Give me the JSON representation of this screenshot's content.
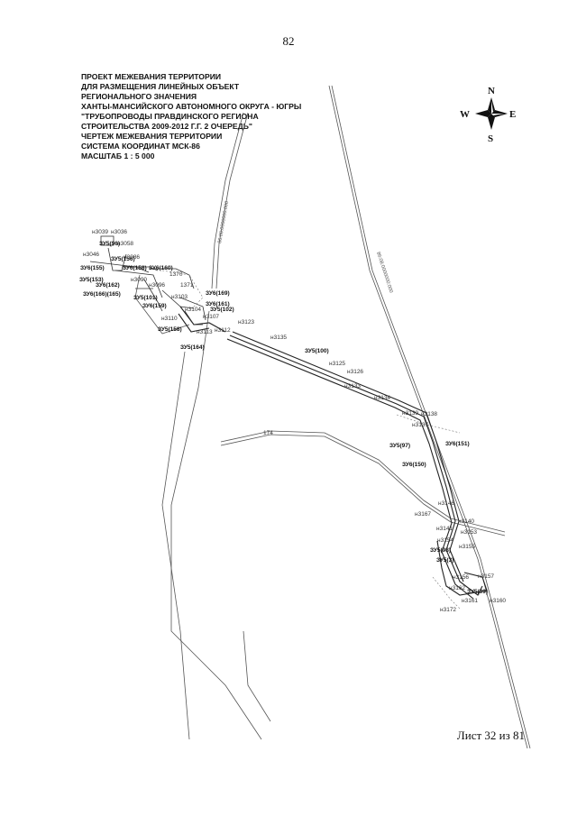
{
  "page_number": "82",
  "title_lines": [
    "ПРОЕКТ МЕЖЕВАНИЯ ТЕРРИТОРИИ",
    "ДЛЯ РАЗМЕЩЕНИЯ ЛИНЕЙНЫХ ОБЪЕКТ",
    "РЕГИОНАЛЬНОГО ЗНАЧЕНИЯ",
    "ХАНТЫ-МАНСИЙСКОГО АВТОНОМНОГО ОКРУГА - ЮГРЫ",
    "\"ТРУБОПРОВОДЫ ПРАВДИНСКОГО РЕГИОНА",
    "СТРОИТЕЛЬСТВА 2009-2012 Г.Г. 2 ОЧЕРЕДЬ\"",
    "ЧЕРТЕЖ МЕЖЕВАНИЯ ТЕРРИТОРИИ",
    "СИСТЕМА КООРДИНАТ МСК-86",
    "МАСШТАБ 1 : 5 000"
  ],
  "compass": {
    "n": "N",
    "s": "S",
    "e": "E",
    "w": "W"
  },
  "sheet_label": "Лист 32 из 81",
  "map_labels": {
    "zu_96": "ЗУ5(96)",
    "zu_155": "ЗУ6(155)",
    "zu_156": "ЗУ5(156)",
    "zu_158a": "ЗУ6(158)",
    "zu_160": "ЗУ6(160)",
    "zu_153": "ЗУ5(153)",
    "zu_162": "ЗУ6(162)",
    "zu_166": "ЗУ6(166)(165)",
    "zu_101": "ЗУ5(101)",
    "zu_159": "ЗУ6(159)",
    "zu_169": "ЗУ6(169)",
    "zu_161": "ЗУ6(161)",
    "zu_102": "ЗУ5(102)",
    "zu_158b": "ЗУ5(158)",
    "zu_164": "ЗУ5(164)",
    "zu_100": "ЗУ5(100)",
    "zu_97": "ЗУ5(97)",
    "zu_151": "ЗУ6(151)",
    "zu_150": "ЗУ6(150)",
    "zu_98": "ЗУ5(98)",
    "zu_3": "ЗУ5(3)",
    "zu_99": "ЗУ5(99)",
    "n3039": "н3039",
    "n3036": "н3036",
    "n3058": "н3058",
    "n3046": "н3046",
    "n3086": "н3086",
    "n3090": "н3090",
    "n3096": "н3096",
    "n1370": "1370",
    "n1371": "1371",
    "n3103": "н3103",
    "n3104": "н3104",
    "n3107": "н3107",
    "n3110": "н3110",
    "n3113": "н3113",
    "n3112": "н3112",
    "n3123": "н3123",
    "n3135": "н3135",
    "n3125": "н3125",
    "n3126": "н3126",
    "n3133": "н3133",
    "n3134": "н3134",
    "n3139": "н3139",
    "n3138": "н3138",
    "n3137": "н3137",
    "n174": "174",
    "n3146": "н3146",
    "n3167": "н3167",
    "n3140": "н3140",
    "n3141": "н3141",
    "n3153": "н3153",
    "n3155": "н3155",
    "n3154": "н3154",
    "n3156": "н3156",
    "n3157": "н3157",
    "n3162": "н3162",
    "n3161": "н3161",
    "n3172": "н3172",
    "n3160": "н3160",
    "road_a": "86:08:0000000:000",
    "road_b": "86:08:0000000:000"
  }
}
